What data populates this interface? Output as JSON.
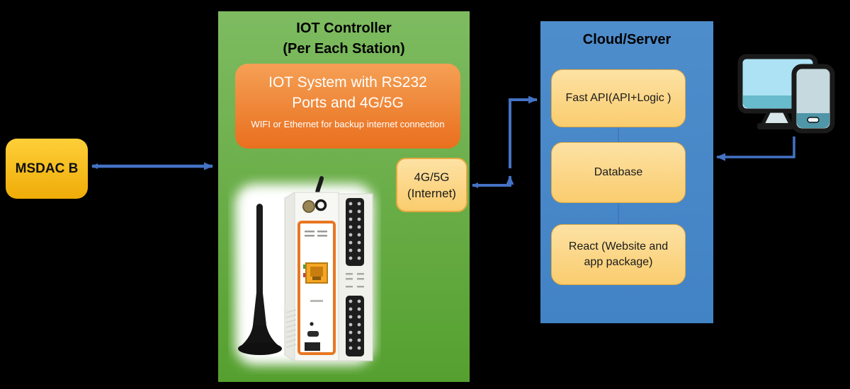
{
  "colors": {
    "background": "#000000",
    "arrow_blue": "#4472C4",
    "green_top": "#7EBB61",
    "green_bottom": "#55A02F",
    "blue_top": "#4E8DCB",
    "blue_bottom": "#4283C5",
    "orange_top": "#F5A055",
    "orange_bottom": "#E96F1E",
    "yellow_light_top": "#FDE2A4",
    "yellow_light_bottom": "#FACC6E",
    "yellow_border": "#E4A93F",
    "gold_top": "#FECF39",
    "gold_bottom": "#EFAC07",
    "screen_blue": "#ADE2F4",
    "screen_teal": "#67BBCB",
    "phone_screen": "#C6D9DF",
    "phone_teal": "#4E96A8"
  },
  "msdac_box": {
    "label": "MSDAC B"
  },
  "controller_panel": {
    "title_line1": "IOT Controller",
    "title_line2": "(Per Each Station)",
    "system_box": {
      "line1": "IOT System with RS232",
      "line2": "Ports and 4G/5G",
      "subtitle": "WIFI or Ethernet for backup internet connection"
    },
    "modem_box": {
      "line1": "4G/5G",
      "line2": "(Internet)"
    }
  },
  "cloud_panel": {
    "title": "Cloud/Server",
    "boxes": [
      {
        "label": "Fast API(API+Logic )"
      },
      {
        "label": "Database"
      },
      {
        "label": "React (Website and app package)"
      }
    ]
  },
  "icons": {
    "device_photo": "iot-controller-device-photo",
    "antenna": "cellular-antenna-icon",
    "monitor": "desktop-monitor-icon",
    "phone": "smartphone-icon"
  }
}
